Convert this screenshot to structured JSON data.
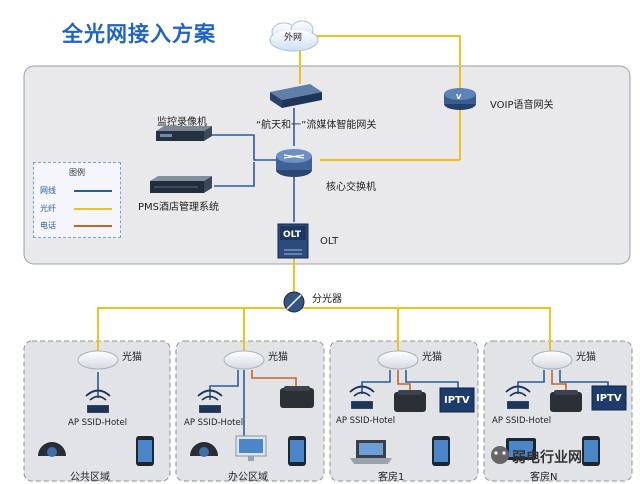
{
  "title": "全光网接入方案",
  "nodes": {
    "internet": "外网",
    "gateway": "“航天和一”流媒体智能网关",
    "voip": "VOIP语音网关",
    "nvr": "监控录像机",
    "pms": "PMS酒店管理系统",
    "core_switch": "核心交换机",
    "olt": "OLT",
    "olt_icon_text": "OLT",
    "splitter": "分光器"
  },
  "legend": {
    "title": "图例",
    "items": [
      {
        "label": "网线",
        "color": "#2b5d9c"
      },
      {
        "label": "光纤",
        "color": "#f2c21b"
      },
      {
        "label": "电话",
        "color": "#c0672a"
      }
    ]
  },
  "zones": [
    {
      "modem": "光猫",
      "ap": "AP SSID-Hotel",
      "area": "公共区域"
    },
    {
      "modem": "光猫",
      "ap": "AP SSID-Hotel",
      "area": "办公区域"
    },
    {
      "modem": "光猫",
      "ap": "AP SSID-Hotel",
      "area": "客房1",
      "tv": "IPTV"
    },
    {
      "modem": "光猫",
      "ap": "AP SSID-Hotel",
      "area": "客房N",
      "tv": "IPTV"
    }
  ],
  "watermark": "弱电行业网",
  "colors": {
    "network": "#2b5d9c",
    "fiber": "#f2c21b",
    "phone": "#c0672a",
    "title": "#1e63c8"
  }
}
